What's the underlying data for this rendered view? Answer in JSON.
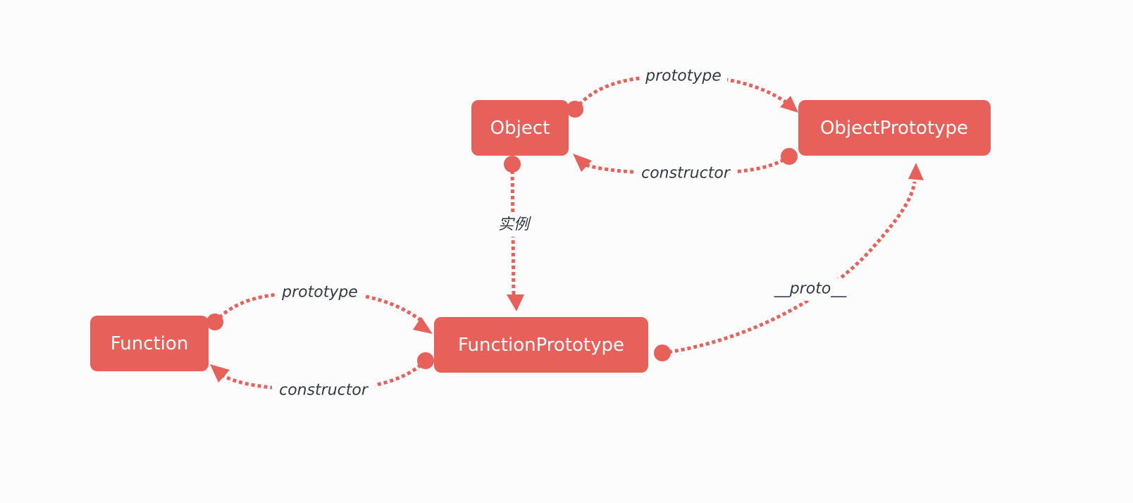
{
  "colors": {
    "background": "#fcfcfc",
    "node_fill": "#e8605a",
    "node_text": "#ffffff",
    "edge": "#e8605a",
    "label_text": "#333a45"
  },
  "nodes": {
    "object": "Object",
    "object_prototype": "ObjectPrototype",
    "function": "Function",
    "function_prototype": "FunctionPrototype"
  },
  "edges": {
    "object_prototype": "prototype",
    "objectprototype_constructor": "constructor",
    "object_instance": "实例",
    "functionprototype_proto": "__proto__",
    "function_prototype": "prototype",
    "functionprototype_constructor": "constructor"
  }
}
